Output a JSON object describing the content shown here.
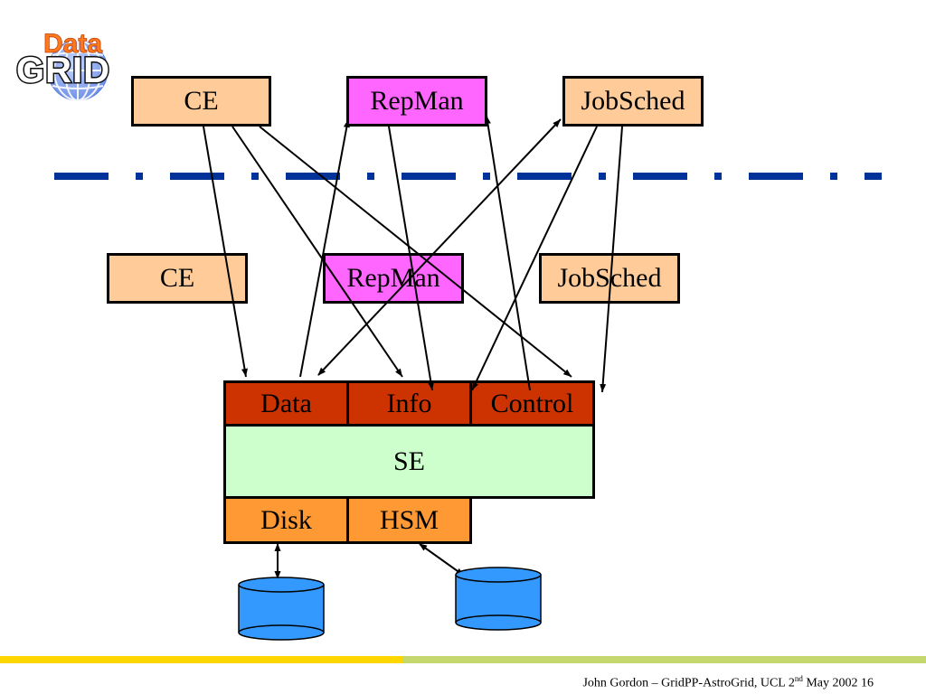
{
  "logo": {
    "top_text": "Data",
    "bottom_text": "GRID"
  },
  "top_row": {
    "ce": "CE",
    "repman": "RepMan",
    "jobsched": "JobSched"
  },
  "middle_row": {
    "ce": "CE",
    "repman": "RepMan",
    "jobsched": "JobSched"
  },
  "se": {
    "interfaces": [
      "Data",
      "Info",
      "Control"
    ],
    "label": "SE",
    "storage": [
      "Disk",
      "HSM"
    ]
  },
  "footer": {
    "text_before": "John Gordon – GridPP-AstroGrid, UCL 2",
    "superscript": "nd",
    "text_after": " May 2002 16"
  },
  "colors": {
    "peach": "#ffcc99",
    "pink": "#ff66ff",
    "rust": "#cc3300",
    "se_green": "#ccffcc",
    "orange": "#ff9933",
    "cylinder": "#3399ff",
    "dash_line": "#003399"
  }
}
